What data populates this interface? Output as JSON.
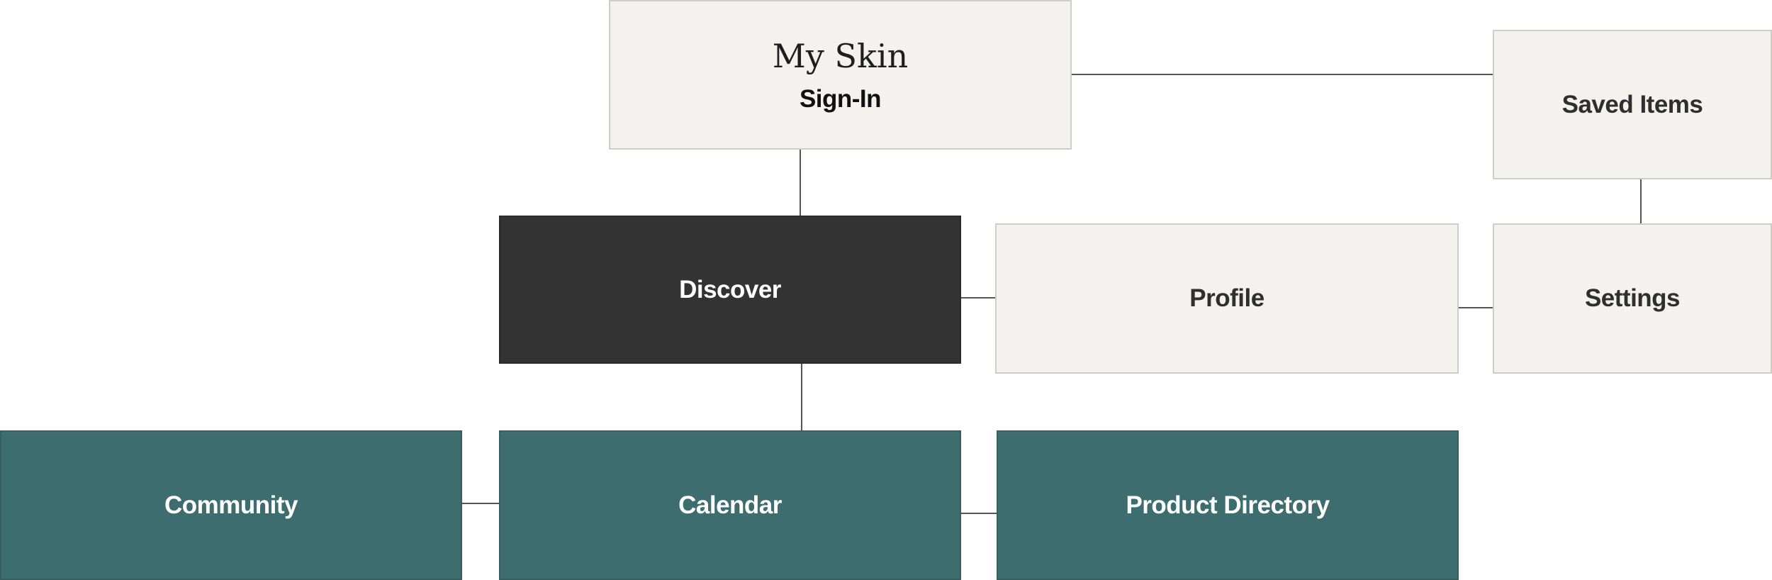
{
  "diagram": {
    "nodes": {
      "signin": {
        "brand": "My Skin",
        "label": "Sign-In"
      },
      "saved": {
        "label": "Saved Items"
      },
      "discover": {
        "label": "Discover"
      },
      "profile": {
        "label": "Profile"
      },
      "settings": {
        "label": "Settings"
      },
      "community": {
        "label": "Community"
      },
      "calendar": {
        "label": "Calendar"
      },
      "product": {
        "label": "Product Directory"
      }
    },
    "edges": [
      [
        "Sign-In",
        "Saved Items"
      ],
      [
        "Sign-In",
        "Discover"
      ],
      [
        "Saved Items",
        "Settings"
      ],
      [
        "Discover",
        "Profile"
      ],
      [
        "Profile",
        "Settings"
      ],
      [
        "Discover",
        "Calendar"
      ],
      [
        "Community",
        "Calendar"
      ],
      [
        "Calendar",
        "Product Directory"
      ]
    ],
    "colors": {
      "light_node": "#f3f2ee",
      "dark_node": "#333333",
      "teal_node": "#3d6d6f",
      "connector": "#555555"
    }
  }
}
